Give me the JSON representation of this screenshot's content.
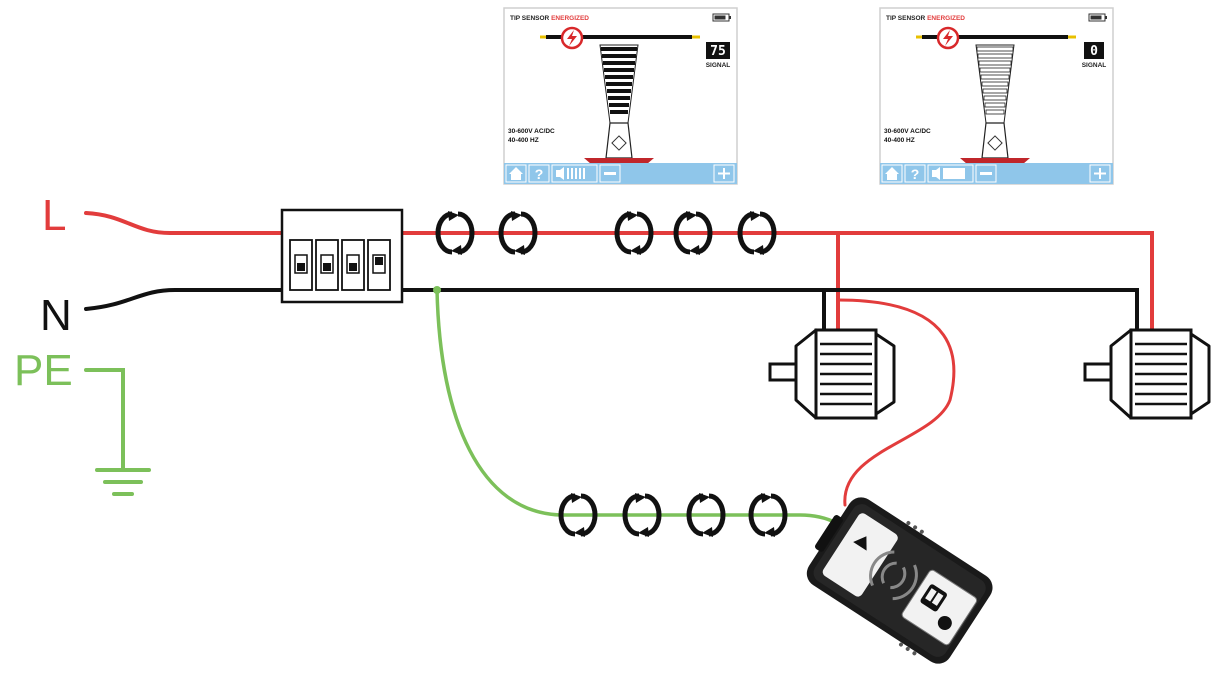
{
  "colors": {
    "live": "#e23c3c",
    "neutral": "#111111",
    "earth": "#7cc05a",
    "screen_bar": "#8fc6ea",
    "frame": "#cfcfcf"
  },
  "conductors": {
    "live_label": "L",
    "neutral_label": "N",
    "earth_label": "PE"
  },
  "screens": [
    {
      "title_left": "TIP SENSOR",
      "title_status": "ENERGIZED",
      "signal_value": "75",
      "signal_caption": "SIGNAL",
      "spec_line_1": "30-600V AC/DC",
      "spec_line_2": "40-400 HZ",
      "signal_fraction": 0.75,
      "bar_icons": [
        "home-icon",
        "help-icon",
        "volume-icon",
        "minus-icon",
        "plus-icon"
      ]
    },
    {
      "title_left": "TIP SENSOR",
      "title_status": "ENERGIZED",
      "signal_value": "0",
      "signal_caption": "SIGNAL",
      "spec_line_1": "30-600V AC/DC",
      "spec_line_2": "40-400 HZ",
      "signal_fraction": 0.0,
      "bar_icons": [
        "home-icon",
        "help-icon",
        "volume-icon",
        "minus-icon",
        "plus-icon"
      ]
    }
  ],
  "icons": {
    "breaker": "circuit-breaker-icon",
    "motor": "motor-icon",
    "signal_arrow": "signal-direction-icon",
    "ground": "ground-icon",
    "transmitter": "transmitter-device-icon"
  }
}
